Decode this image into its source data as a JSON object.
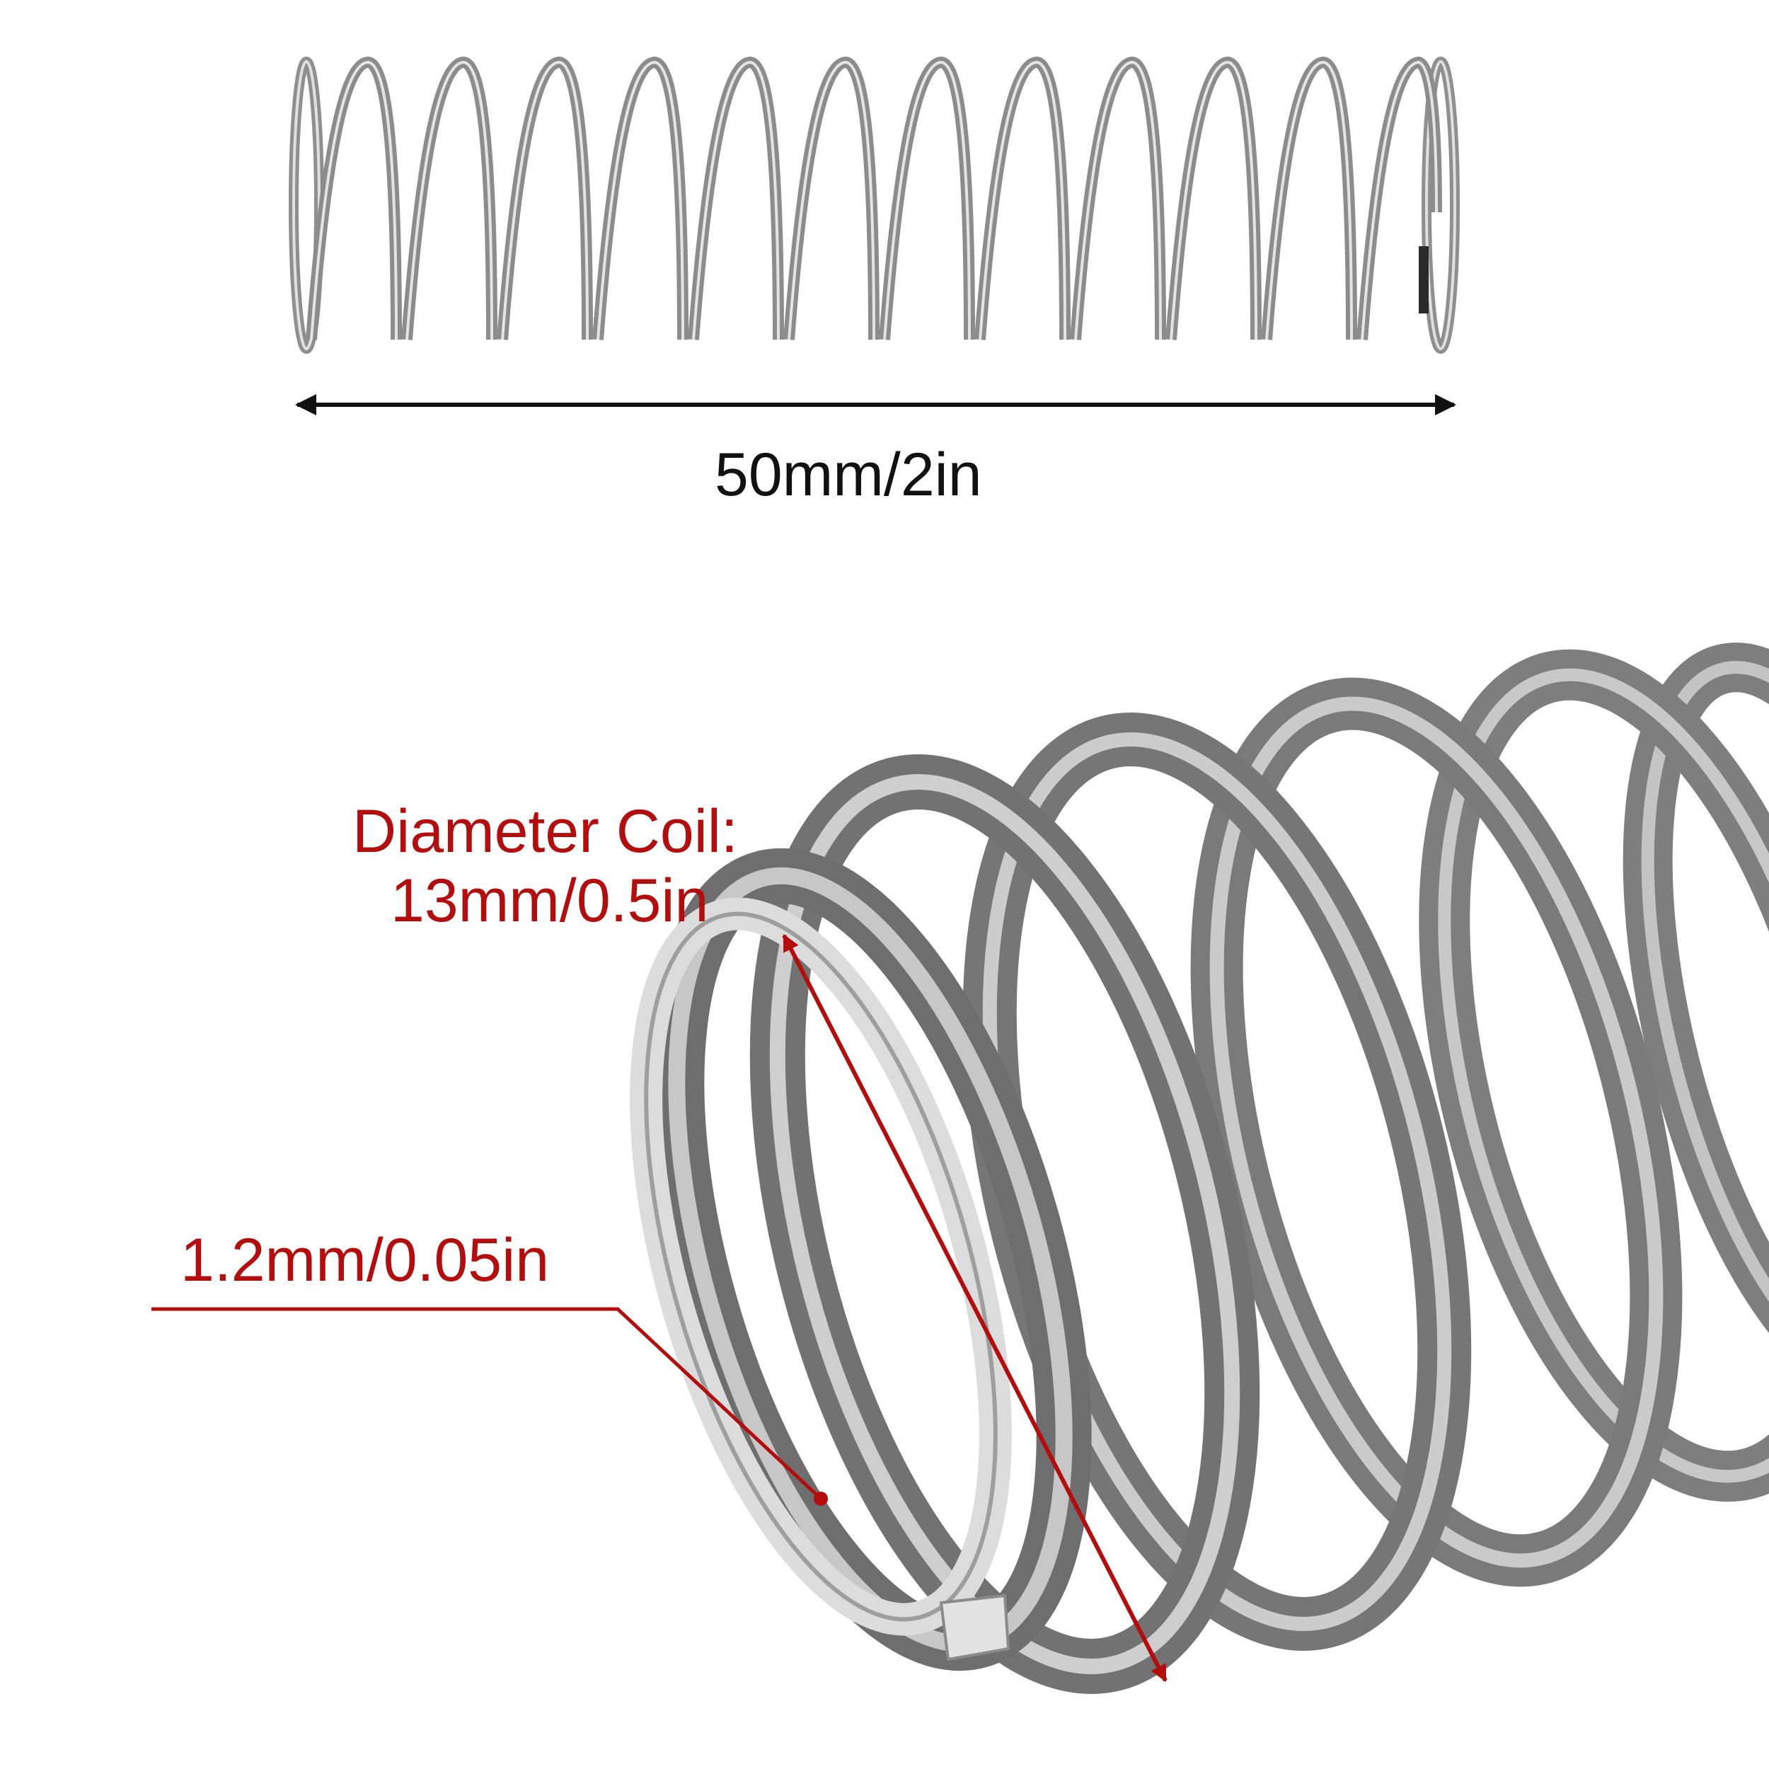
{
  "dimensions": {
    "length": "50mm/2in",
    "coil_diameter_title": "Diameter Coil:",
    "coil_diameter_value": "13mm/0.5in",
    "wire_diameter": "1.2mm/0.05in"
  },
  "colors": {
    "annotation_red": "#b30d0d",
    "dimension_black": "#111111",
    "steel_light": "#d2d2d2",
    "steel_mid": "#9a9a9a",
    "steel_dark": "#5a5a5a"
  },
  "images": {
    "top": "compression-spring-side-view",
    "bottom": "compression-spring-closeup"
  }
}
